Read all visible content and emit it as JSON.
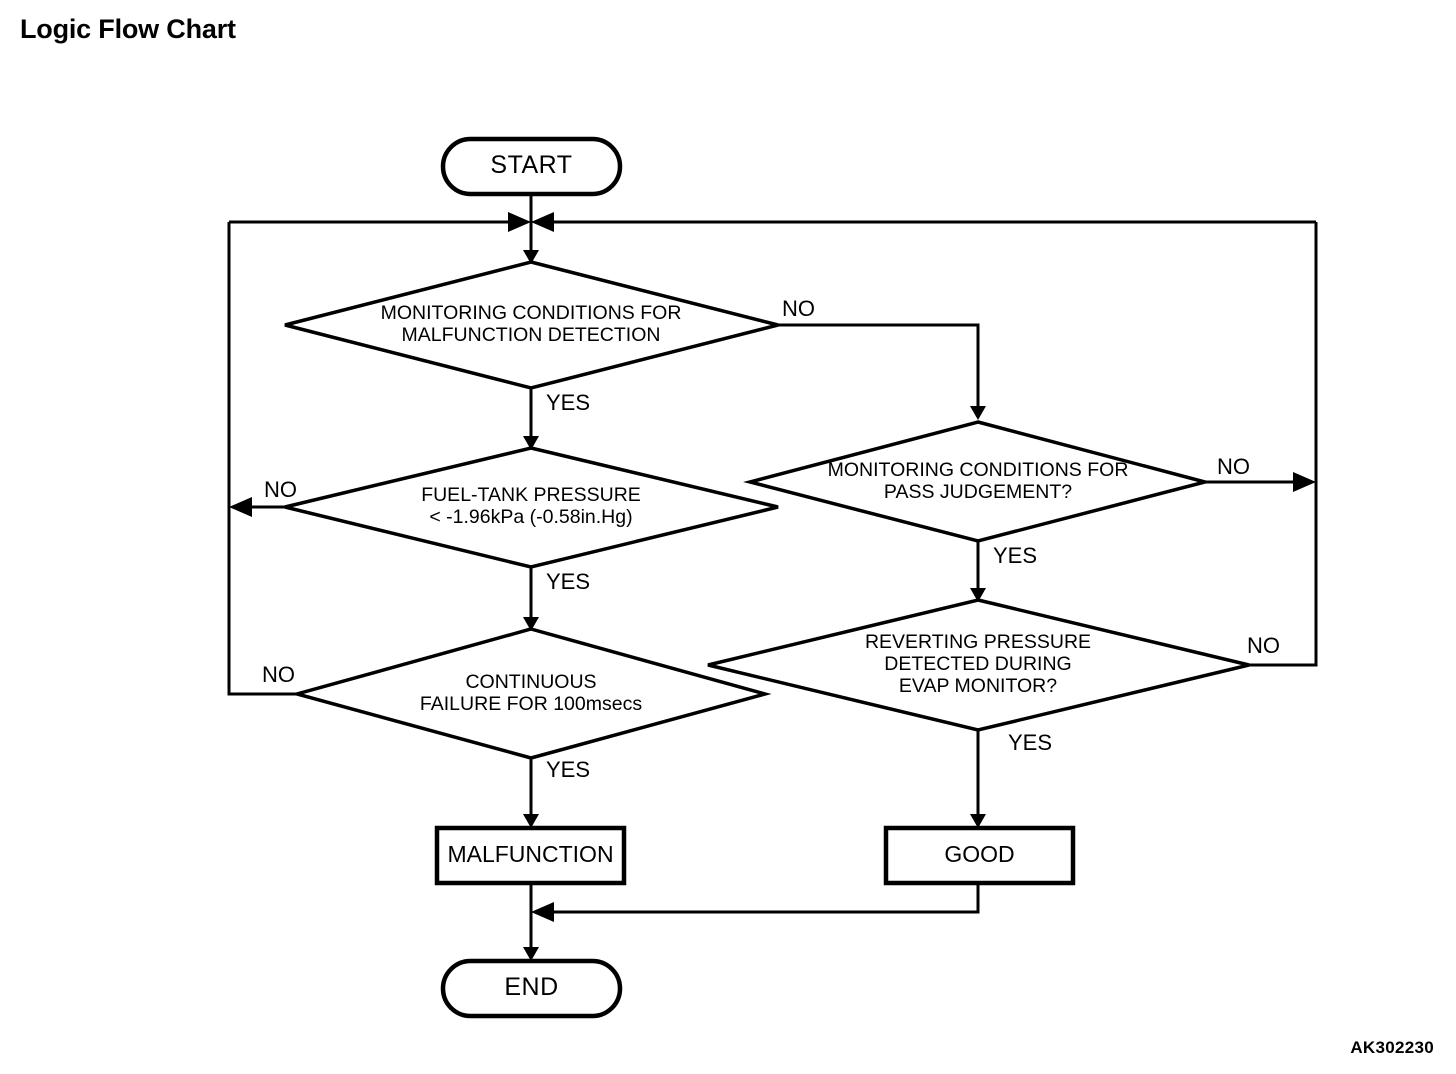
{
  "page": {
    "title": "Logic Flow Chart",
    "reference_code": "AK302230",
    "background_color": "#ffffff",
    "line_color": "#000000"
  },
  "chart_data": {
    "type": "diagram",
    "diagram_kind": "flowchart",
    "title": "Logic Flow Chart",
    "nodes": [
      {
        "id": "start",
        "shape": "terminator",
        "label": "START"
      },
      {
        "id": "d1",
        "shape": "decision",
        "label": "MONITORING CONDITIONS FOR\nMALFUNCTION DETECTION",
        "line1": "MONITORING CONDITIONS FOR",
        "line2": "MALFUNCTION DETECTION"
      },
      {
        "id": "d2",
        "shape": "decision",
        "label": "FUEL-TANK PRESSURE\n< -1.96kPa (-0.58in.Hg)",
        "line1": "FUEL-TANK PRESSURE",
        "line2": "< -1.96kPa (-0.58in.Hg)"
      },
      {
        "id": "d3",
        "shape": "decision",
        "label": "CONTINUOUS\nFAILURE FOR 100msecs",
        "line1": "CONTINUOUS",
        "line2": "FAILURE FOR 100msecs"
      },
      {
        "id": "d4",
        "shape": "decision",
        "label": "MONITORING CONDITIONS FOR\nPASS JUDGEMENT?",
        "line1": "MONITORING CONDITIONS FOR",
        "line2": "PASS JUDGEMENT?"
      },
      {
        "id": "d5",
        "shape": "decision",
        "label": "REVERTING PRESSURE\nDETECTED DURING\nEVAP MONITOR?",
        "line1": "REVERTING PRESSURE",
        "line2": "DETECTED DURING",
        "line3": "EVAP MONITOR?"
      },
      {
        "id": "malfunction",
        "shape": "process",
        "label": "MALFUNCTION"
      },
      {
        "id": "good",
        "shape": "process",
        "label": "GOOD"
      },
      {
        "id": "end",
        "shape": "terminator",
        "label": "END"
      }
    ],
    "edges": [
      {
        "from": "start",
        "to": "d1",
        "label": ""
      },
      {
        "from": "d1",
        "to": "d2",
        "label": "YES"
      },
      {
        "from": "d1",
        "to": "d4",
        "label": "NO"
      },
      {
        "from": "d2",
        "to": "d3",
        "label": "YES"
      },
      {
        "from": "d2",
        "to": "start-junction",
        "label": "NO"
      },
      {
        "from": "d3",
        "to": "malfunction",
        "label": "YES"
      },
      {
        "from": "d3",
        "to": "start-junction",
        "label": "NO"
      },
      {
        "from": "d4",
        "to": "d5",
        "label": "YES"
      },
      {
        "from": "d4",
        "to": "start-junction",
        "label": "NO"
      },
      {
        "from": "d5",
        "to": "good",
        "label": "YES"
      },
      {
        "from": "d5",
        "to": "start-junction",
        "label": "NO"
      },
      {
        "from": "malfunction",
        "to": "end",
        "label": ""
      },
      {
        "from": "good",
        "to": "end",
        "label": ""
      }
    ]
  },
  "labels": {
    "start": "START",
    "end": "END",
    "malfunction": "MALFUNCTION",
    "good": "GOOD",
    "d1_line1": "MONITORING CONDITIONS FOR",
    "d1_line2": "MALFUNCTION DETECTION",
    "d2_line1": "FUEL-TANK PRESSURE",
    "d2_line2": "< -1.96kPa (-0.58in.Hg)",
    "d3_line1": "CONTINUOUS",
    "d3_line2": "FAILURE FOR 100msecs",
    "d4_line1": "MONITORING CONDITIONS FOR",
    "d4_line2": "PASS JUDGEMENT?",
    "d5_line1": "REVERTING PRESSURE",
    "d5_line2": "DETECTED DURING",
    "d5_line3": "EVAP MONITOR?"
  },
  "edge_labels": {
    "d1_no": "NO",
    "d1_yes": "YES",
    "d2_no": "NO",
    "d2_yes": "YES",
    "d3_no": "NO",
    "d3_yes": "YES",
    "d4_no": "NO",
    "d4_yes": "YES",
    "d5_no": "NO",
    "d5_yes": "YES"
  }
}
